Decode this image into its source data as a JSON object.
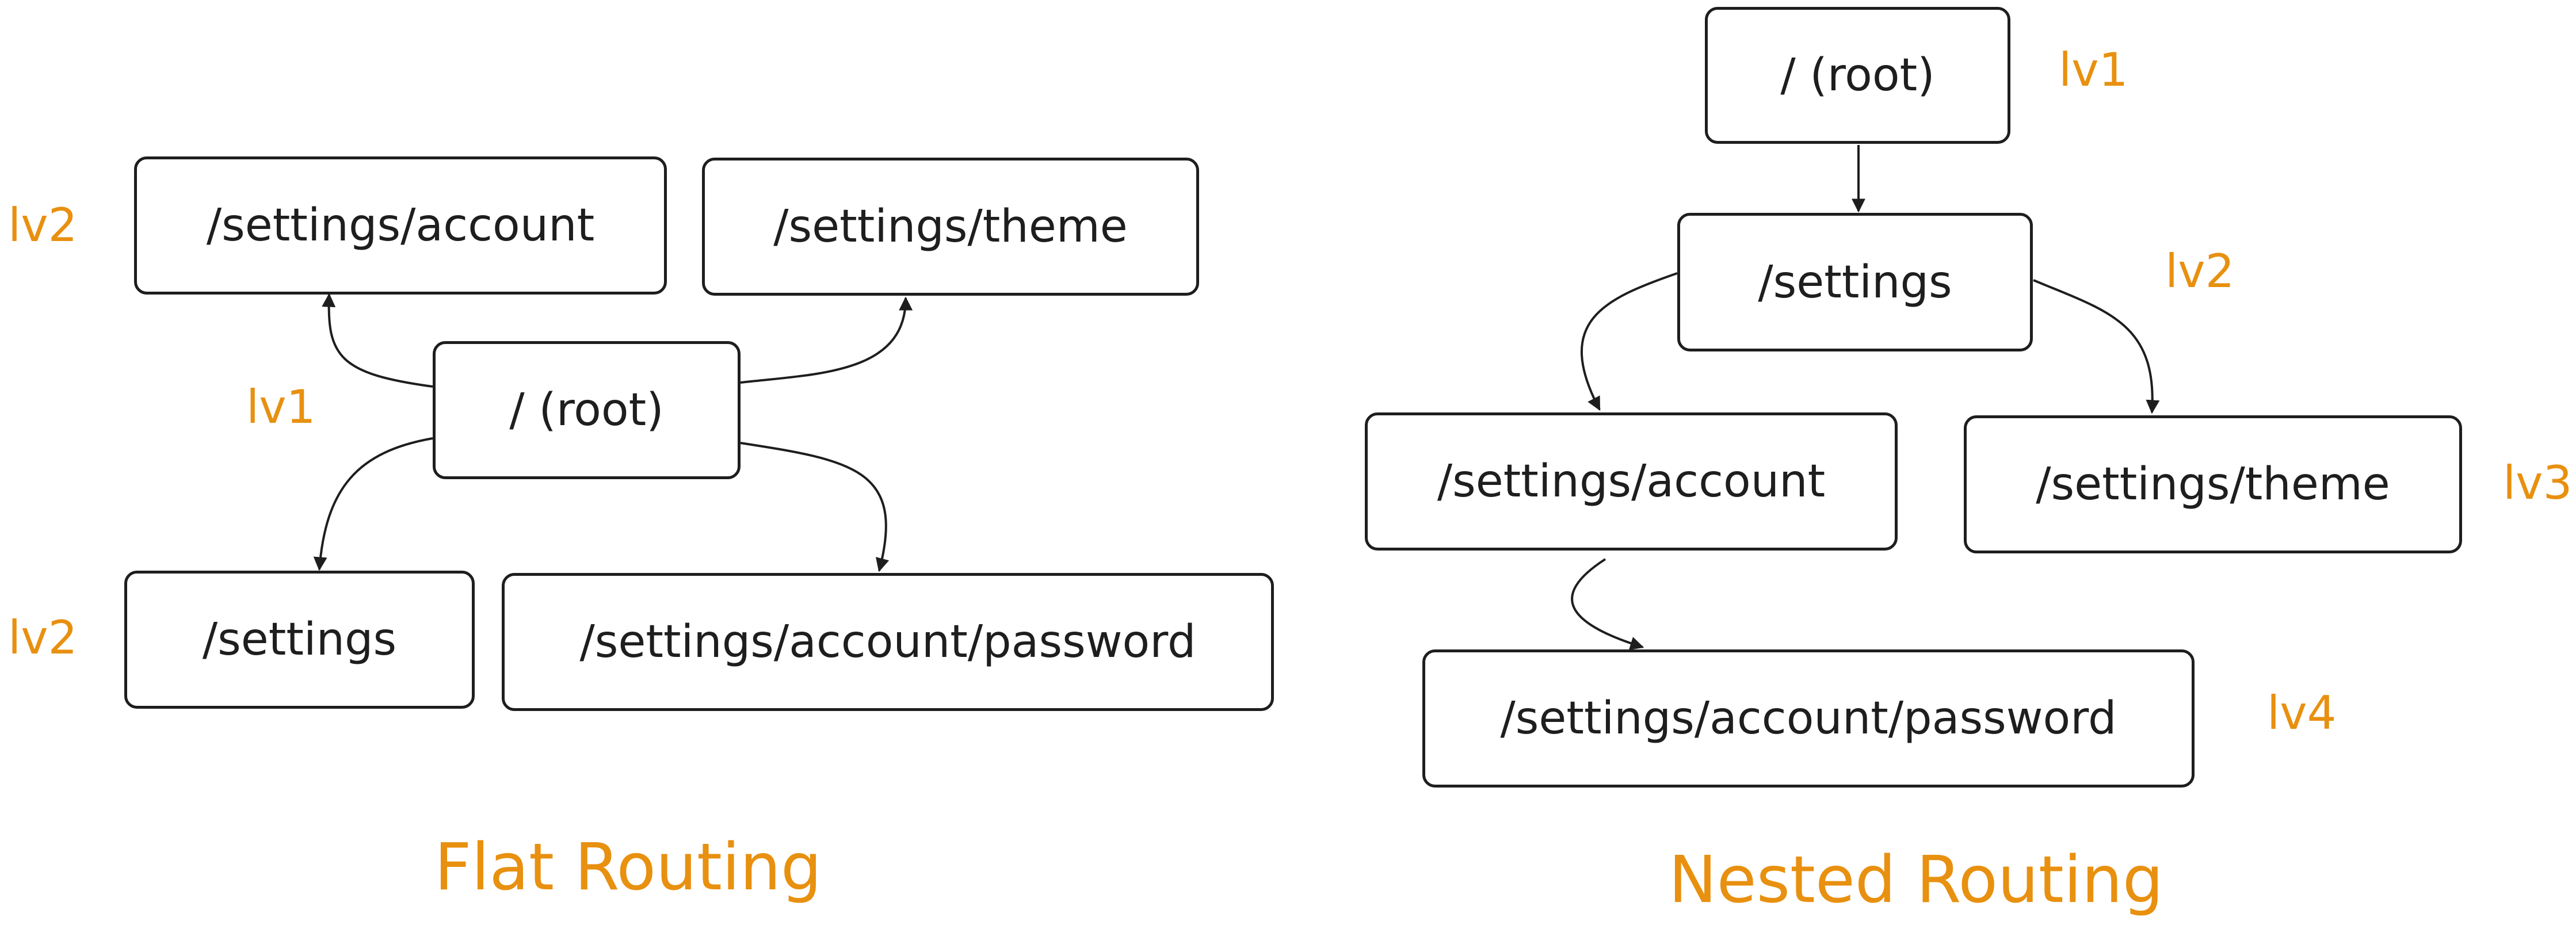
{
  "colors": {
    "stroke": "#1e1e1e",
    "accent": "#e8900f",
    "background": "#ffffff"
  },
  "flat": {
    "caption": "Flat Routing",
    "nodes": {
      "root": "/ (root)",
      "account": "/settings/account",
      "theme": "/settings/theme",
      "settings": "/settings",
      "password": "/settings/account/password"
    },
    "levels": {
      "top_row": "lv2",
      "root": "lv1",
      "bottom_row": "lv2"
    }
  },
  "nested": {
    "caption": "Nested Routing",
    "nodes": {
      "root": "/ (root)",
      "settings": "/settings",
      "account": "/settings/account",
      "theme": "/settings/theme",
      "password": "/settings/account/password"
    },
    "levels": {
      "root": "lv1",
      "settings": "lv2",
      "theme": "lv3",
      "password": "lv4"
    }
  }
}
